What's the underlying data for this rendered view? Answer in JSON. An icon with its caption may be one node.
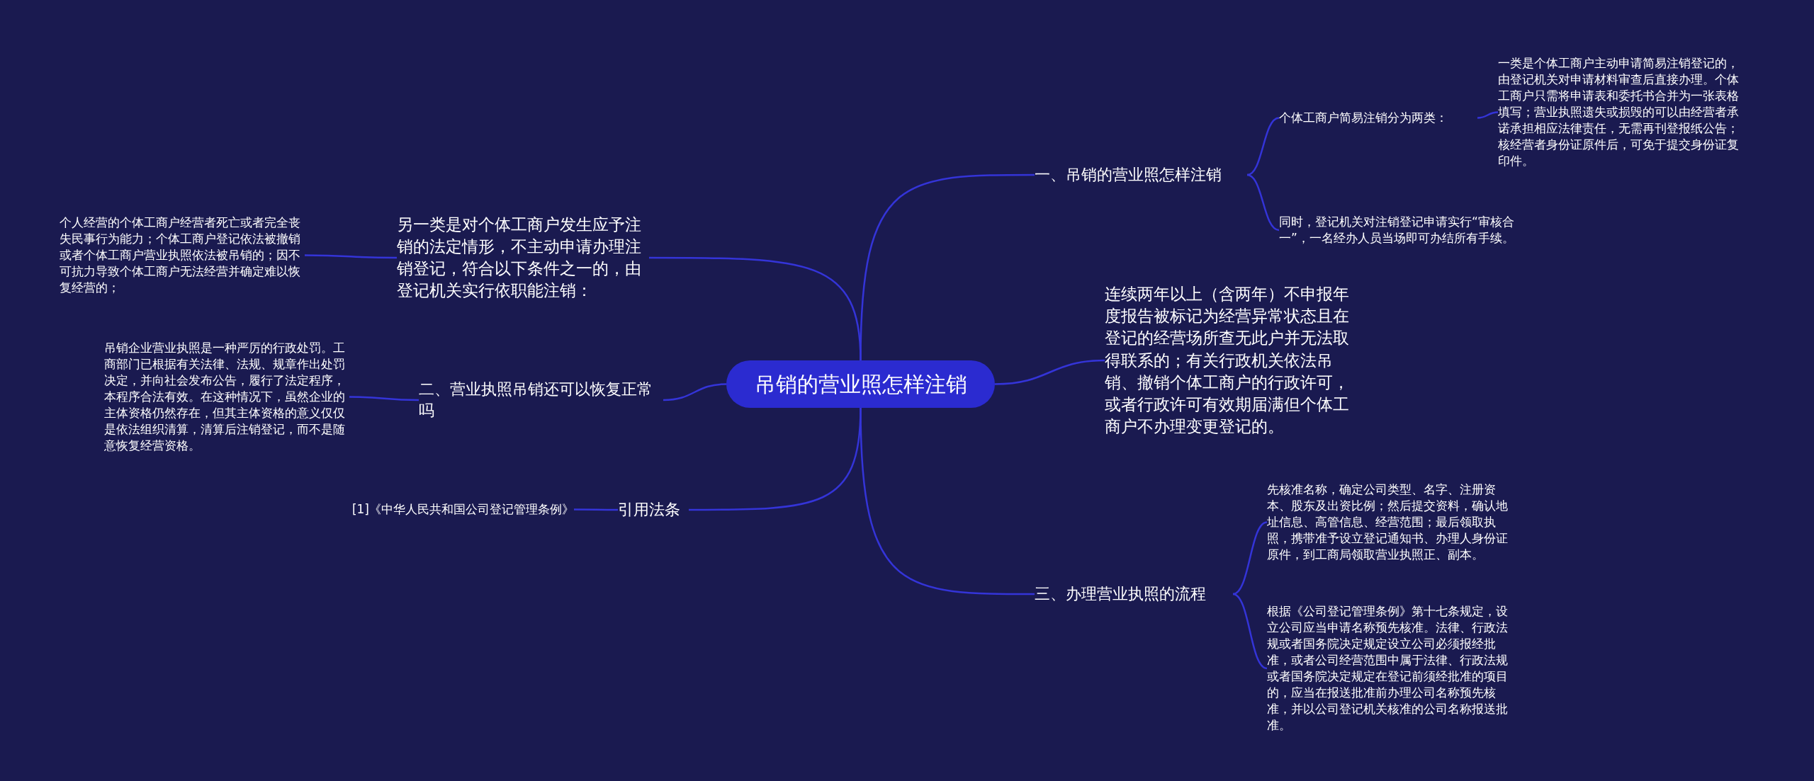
{
  "diagram": {
    "nodes": [
      {
        "text": [
          "吊销的营业照怎样注销"
        ]
      },
      {
        "text": [
          "一、吊销的营业照怎样注销"
        ]
      },
      {
        "text": [
          "个体工商户简易注销分为两类："
        ]
      },
      {
        "text": [
          "一类是个体工商户主动申请简易注销登记的，由登记机关对申请材料审查后直接办理。个体工商户只需将申请表和委托书合并为一张表格填写；营业执照遗失或损毁的可以由经营者承诺承担相应法律责任，无需再刊登报纸公告；核经营者身份证原件后，可免于提交身份证复印件。"
        ]
      },
      {
        "text": [
          "同时，登记机关对注销登记申请实行“审核合一”，一名经办人员当场即可办结所有手续。"
        ]
      },
      {
        "text": [
          "连续两年以上（含两年）不申报年度报告被标记为经营异常状态且在登记的经营场所查无此户并无法取得联系的；有关行政机关依法吊销、撤销个体工商户的行政许可，或者行政许可有效期届满但个体工商户不办理变更登记的。"
        ]
      },
      {
        "text": [
          "三、办理营业执照的流程"
        ]
      },
      {
        "text": [
          "先核准名称，确定公司类型、名字、注册资本、股东及出资比例；然后提交资料，确认地址信息、高管信息、经营范围；最后领取执照，携带准予设立登记通知书、办理人身份证原件，到工商局领取营业执照正、副本。"
        ]
      },
      {
        "text": [
          "根据《公司登记管理条例》第十七条规定，设立公司应当申请名称预先核准。法律、行政法规或者国务院决定规定设立公司必须报经批准，或者公司经营范围中属于法律、行政法规或者国务院决定规定在登记前须经批准的项目的，应当在报送批准前办理公司名称预先核准，并以公司登记机关核准的公司名称报送批准。"
        ]
      },
      {
        "text": [
          "另一类是对个体工商户发生应予注销的法定情形，不主动申请办理注销登记，符合以下条件之一的，由登记机关实行依职能注销："
        ]
      },
      {
        "text": [
          "个人经营的个体工商户经营者死亡或者完全丧失民事行为能力；个体工商户登记依法被撤销或者个体工商户营业执照依法被吊销的；因不可抗力导致个体工商户无法经营并确定难以恢复经营的；"
        ]
      },
      {
        "text": [
          "二、营业执照吊销还可以恢复正常吗"
        ]
      },
      {
        "text": [
          "吊销企业营业执照是一种严厉的行政处罚。工商部门已根据有关法律、法规、规章作出处罚决定，并向社会发布公告，履行了法定程序，本程序合法有效。在这种情况下，虽然企业的主体资格仍然存在，但其主体资格的意义仅仅是依法组织清算，清算后注销登记，而不是随意恢复经营资格。"
        ]
      },
      {
        "text": [
          "引用法条"
        ]
      },
      {
        "text": [
          "[1]《中华人民共和国公司登记管理条例》"
        ]
      }
    ],
    "edges": [
      {
        "from": 0,
        "to": 1,
        "arrow": "none"
      },
      {
        "from": 0,
        "to": 5,
        "arrow": "none"
      },
      {
        "from": 0,
        "to": 6,
        "arrow": "none"
      },
      {
        "from": 0,
        "to": 9,
        "arrow": "none"
      },
      {
        "from": 0,
        "to": 11,
        "arrow": "none"
      },
      {
        "from": 0,
        "to": 13,
        "arrow": "none"
      },
      {
        "from": 1,
        "to": 2,
        "arrow": "none"
      },
      {
        "from": 1,
        "to": 4,
        "arrow": "none"
      },
      {
        "from": 2,
        "to": 3,
        "arrow": "none"
      },
      {
        "from": 6,
        "to": 7,
        "arrow": "none"
      },
      {
        "from": 6,
        "to": 8,
        "arrow": "none"
      },
      {
        "from": 9,
        "to": 10,
        "arrow": "none"
      },
      {
        "from": 11,
        "to": 12,
        "arrow": "none"
      },
      {
        "from": 13,
        "to": 14,
        "arrow": "none"
      }
    ]
  }
}
